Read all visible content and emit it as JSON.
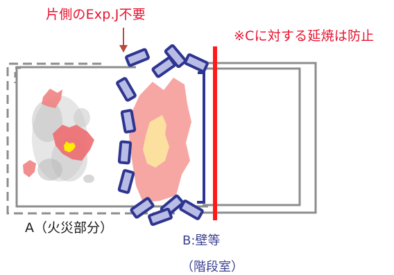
{
  "labels": {
    "exp_joint_note": "片側のExp.J不要",
    "prevention_note": "※Cに対する延焼は防止",
    "zone_a": "A（火災部分）",
    "zone_b": "B:壁等",
    "zone_b_sub": "（階段室）"
  },
  "colors": {
    "annotation_red": "#e8112d",
    "fire_wall_red": "#ff1a1a",
    "wall_navy": "#2e3590",
    "block_fill": "#b9bde6",
    "flame_pink": "#f7a7a3",
    "flame_core": "#fbe0a0",
    "fire_yellow": "#ffee00",
    "building_outline": "#8c8c8c",
    "arrow_brown": "#b94a3c"
  }
}
